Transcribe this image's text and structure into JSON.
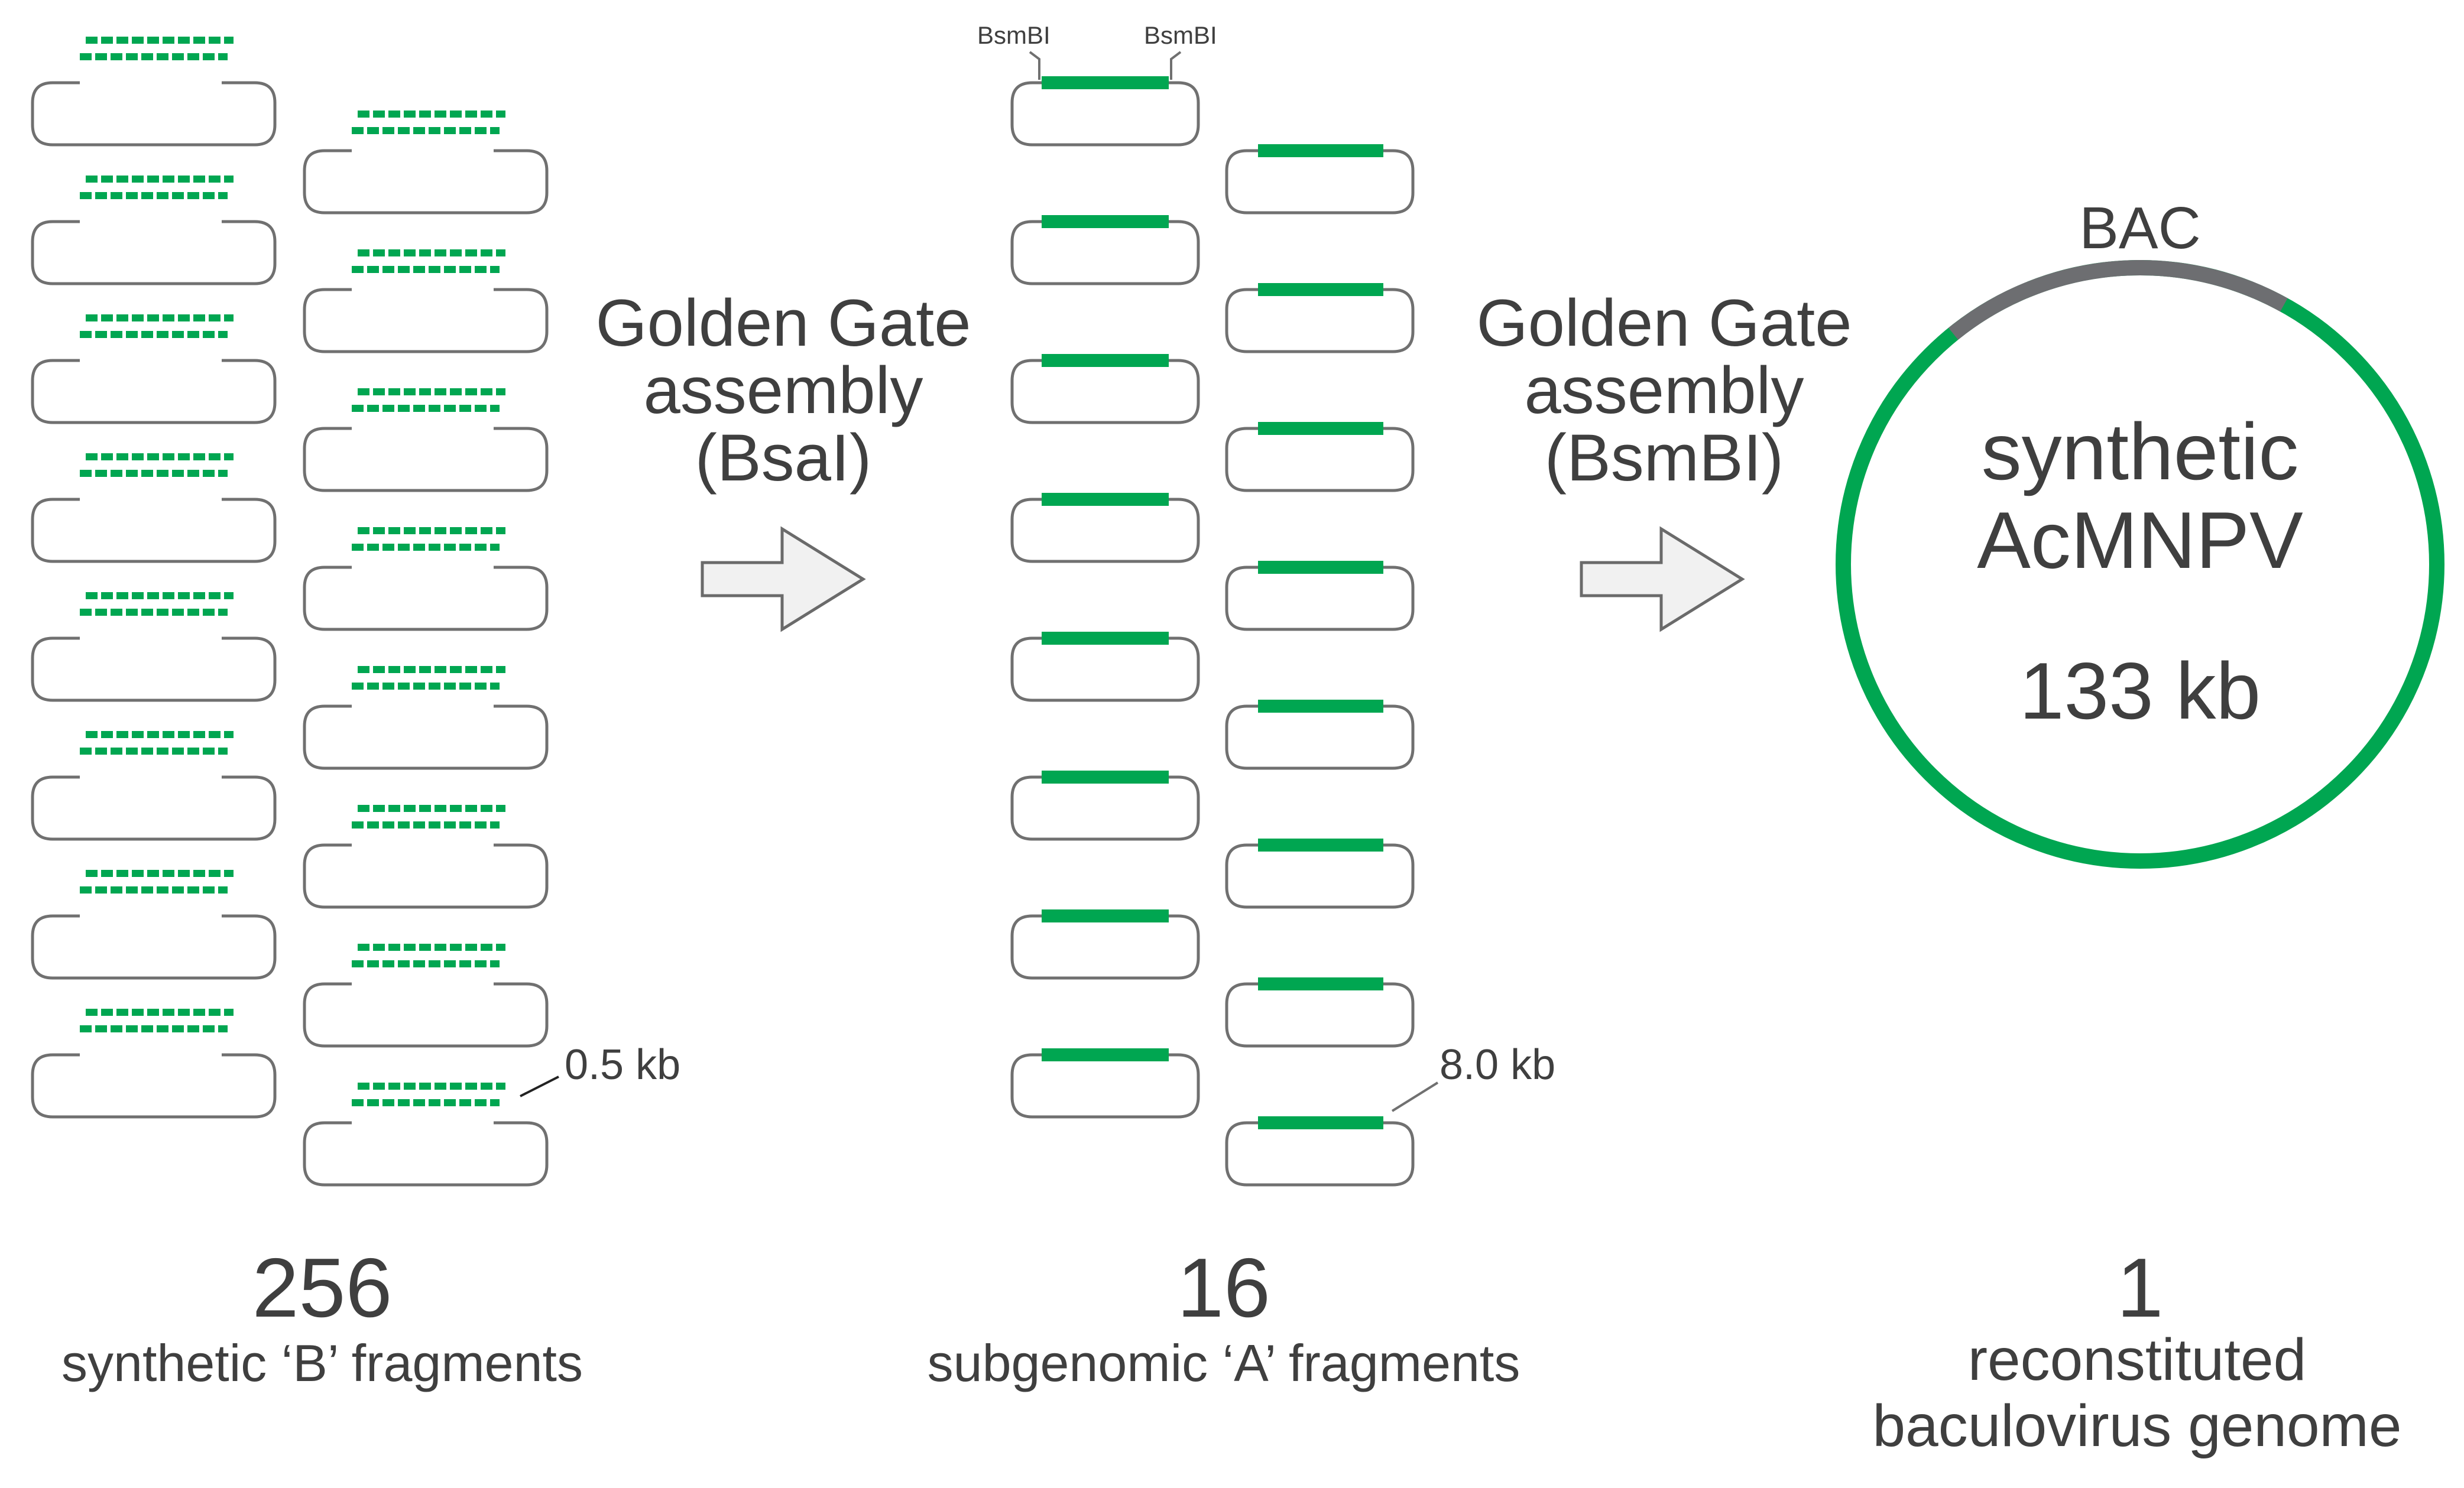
{
  "colors": {
    "green": "#00a651",
    "outline": "#707070",
    "bac": "#6d6e71",
    "text": "#3f3f3f",
    "arrow_fill": "#f1f1f1",
    "arrow_stroke": "#6a6a6a"
  },
  "stage1": {
    "count": "256",
    "description": "synthetic ‘B’ fragments",
    "size_label": "0.5 kb"
  },
  "step1": {
    "line1": "Golden Gate",
    "line2": "assembly",
    "line3": "(BsaI)"
  },
  "stage2": {
    "count": "16",
    "description": "subgenomic ‘A’ fragments",
    "size_label": "8.0 kb",
    "site_left": "BsmBI",
    "site_right": "BsmBI"
  },
  "step2": {
    "line1": "Golden Gate",
    "line2": "assembly",
    "line3": "(BsmBI)"
  },
  "stage3": {
    "count": "1",
    "description_line1": "reconstituted",
    "description_line2": "baculovirus genome",
    "bac_label": "BAC",
    "circle_line1": "synthetic",
    "circle_line2": "AcMNPV",
    "circle_size": "133 kb"
  }
}
